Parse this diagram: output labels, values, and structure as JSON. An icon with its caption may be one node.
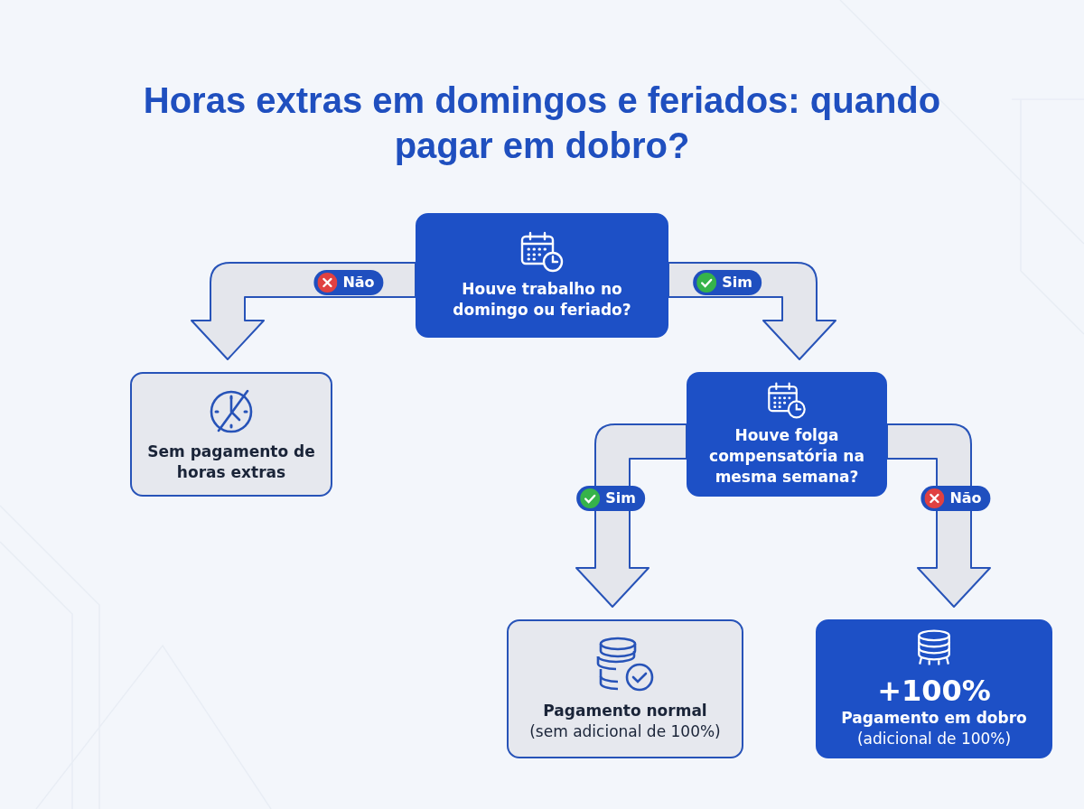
{
  "diagram": {
    "title": "Horas extras em domingos e feriados: quando pagar em dobro?",
    "nodes": [
      {
        "text": [
          "Houve trabalho no domingo ou feriado?"
        ]
      },
      {
        "text": [
          "Sem pagamento de horas extras"
        ]
      },
      {
        "text": [
          "Houve folga compensatória na mesma semana?"
        ]
      },
      {
        "text": [
          "Pagamento normal",
          "(sem adicional de 100%)"
        ]
      },
      {
        "text": [
          "+100%",
          "Pagamento em dobro",
          "(adicional de 100%)"
        ]
      }
    ],
    "edges": [
      {
        "from": 0,
        "to": 1,
        "arrow": "to",
        "label": "Não"
      },
      {
        "from": 0,
        "to": 2,
        "arrow": "to",
        "label": "Sim"
      },
      {
        "from": 2,
        "to": 3,
        "arrow": "to",
        "label": "Sim"
      },
      {
        "from": 2,
        "to": 4,
        "arrow": "to",
        "label": "Não"
      }
    ]
  }
}
